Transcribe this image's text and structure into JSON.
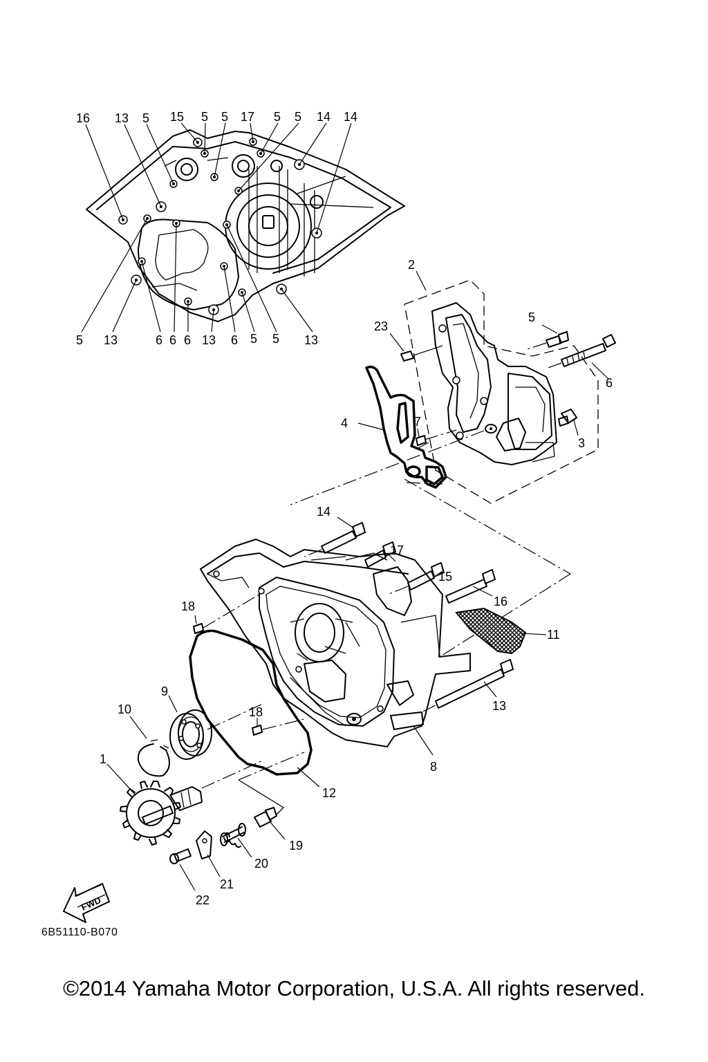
{
  "figure": {
    "drawing_code": "6B51110-B070",
    "copyright": "©2014 Yamaha Motor Corporation, U.S.A. All rights reserved.",
    "fwd_label": "FWD"
  },
  "callouts": {
    "top": [
      "16",
      "13",
      "5",
      "15",
      "5",
      "5",
      "17",
      "5",
      "5",
      "14",
      "14"
    ],
    "bottom": [
      "5",
      "13",
      "6",
      "6",
      "6",
      "13",
      "6",
      "5",
      "5",
      "13"
    ],
    "pump": [
      "2",
      "23",
      "5",
      "6",
      "4",
      "7",
      "3"
    ],
    "main": [
      "14",
      "17",
      "15",
      "16",
      "18",
      "11",
      "9",
      "10",
      "18",
      "13",
      "1",
      "8",
      "12",
      "19",
      "20",
      "21",
      "22"
    ]
  }
}
